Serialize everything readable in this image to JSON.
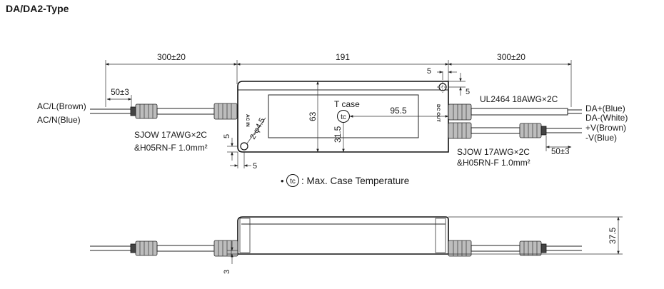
{
  "title": "DA/DA2-Type",
  "dimensions": {
    "left_cable_length": "300±20",
    "body_length": "191",
    "right_cable_length": "300±20",
    "left_strip_length": "50±3",
    "right_strip_length": "50±3",
    "hole_offset_top": "5",
    "hole_offset_right": "5",
    "hole_offset_bottom_v": "5",
    "hole_offset_bottom_h": "5",
    "hole_diameter": "2-φ4.5",
    "body_width": "63",
    "case_point_height": "31.5",
    "case_point_distance": "95.5",
    "side_height": "37.5",
    "side_offset": "3"
  },
  "labels": {
    "ac_l": "AC/L(Brown)",
    "ac_n": "AC/N(Blue)",
    "input_cable_line1": "SJOW 17AWG×2C",
    "input_cable_line2": "&H05RN-F 1.0mm²",
    "output_cable_line1": "SJOW 17AWG×2C",
    "output_cable_line2": "&H05RN-F 1.0mm²",
    "ul_cable": "UL2464 18AWG×2C",
    "da_plus": "DA+(Blue)",
    "da_minus": "DA-(White)",
    "v_plus": "+V(Brown)",
    "v_minus": "-V(Blue)",
    "t_case": "T case",
    "tc_symbol": "tc",
    "ac_in_mark": "AC IN",
    "dc_out_mark": "DC OUT",
    "legend_bullet": "•",
    "legend_text": ": Max. Case Temperature"
  }
}
